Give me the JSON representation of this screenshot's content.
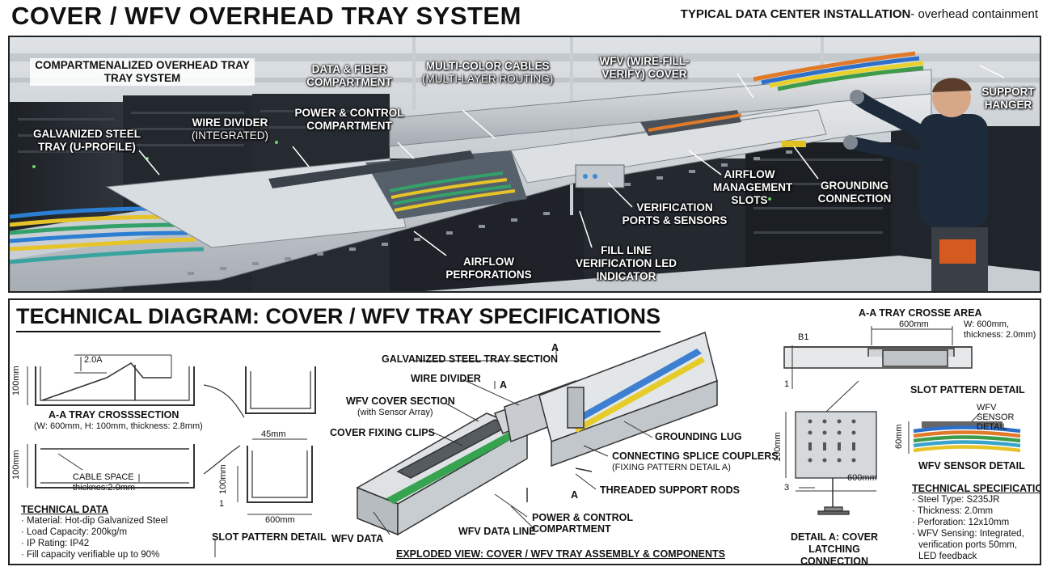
{
  "header": {
    "title": "COVER / WFV OVERHEAD TRAY SYSTEM",
    "subtitle_bold": "TYPICAL DATA CENTER INSTALLATION",
    "subtitle_rest": " - overhead containment"
  },
  "photo_callouts": {
    "compartmentalized": "COMPARTMENALIZED OVERHEAD TRAY TRAY SYSTEM",
    "data_fiber": "DATA & FIBER COMPARTMENT",
    "multi_color": "MULTI-COLOR CABLES",
    "multi_color_sub": "(MULTI-LAYER ROUTING)",
    "wfv_cover": "WFV (WIRE-FILL-VERIFY) COVER",
    "support_hanger": "SUPPORT HANGER",
    "galvanized": "GALVANIZED STEEL TRAY (U-PROFILE)",
    "wire_divider": "WIRE DIVIDER",
    "wire_divider_sub": "(INTEGRATED)",
    "power_control": "POWER & CONTROL COMPARTMENT",
    "airflow_mgmt": "AIRFLOW MANAGEMENT SLOTS",
    "grounding": "GROUNDING CONNECTION",
    "verification": "VERIFICATION PORTS & SENSORS",
    "fill_line": "FILL LINE VERIFICATION LED INDICATOR",
    "airflow_perf": "AIRFLOW PERFORATIONS"
  },
  "tech": {
    "title": "TECHNICAL DIAGRAM: COVER / WFV TRAY SPECIFICATIONS",
    "cross": {
      "dim_2a": "2.0A",
      "height": "100mm",
      "label": "A-A TRAY CROSSSECTION",
      "label_sub": "(W: 600mm, H: 100mm, thickness: 2.8mm)",
      "height2": "100mm",
      "cable_space": "CABLE SPACE",
      "thickness": "thicknes:2.0mm"
    },
    "slot_small": {
      "dim_45": "45mm",
      "dim_100": "100mm",
      "dim_1": "1",
      "dim_600": "600mm",
      "label": "SLOT PATTERN DETAIL"
    },
    "tech_data": {
      "heading": "TECHNICAL DATA",
      "items": [
        "· Material: Hot-dip Galvanized Steel",
        "· Load Capacity: 200kg/m",
        "· IP Rating: IP42",
        "· Fill capacity verifiable up to 90%"
      ]
    },
    "exploded": {
      "galv_section": "GALVANIZED STEEL TRAY SECTION",
      "marker_a1": "A",
      "marker_a2": "A",
      "marker_a3": "A",
      "wire_divider": "WIRE DIVIDER",
      "wfv_cover": "WFV COVER SECTION",
      "wfv_cover_sub": "(with Sensor Array)",
      "fixing_clips": "COVER FIXING CLIPS",
      "grounding_lug": "GROUNDING LUG",
      "splice": "CONNECTING SPLICE COUPLERS",
      "splice_sub": "(FIXING PATTERN DETAIL A)",
      "rods": "THREADED SUPPORT RODS",
      "power_control": "POWER & CONTROL COMPARTMENT",
      "wfv_data_line": "WFV DATA LINE",
      "wfv_data": "WFV DATA",
      "caption": "EXPLODED VIEW: COVER / WFV TRAY ASSEMBLY & COMPONENTS"
    },
    "right": {
      "area_title": "A-A TRAY CROSSE AREA",
      "dim_600": "600mm",
      "dim_w": "W: 600mm,",
      "dim_t": "thickness: 2.0mm)",
      "b1": "B1",
      "one": "1",
      "slot_pattern": "SLOT PATTERN DETAIL",
      "plate_100": "100mm",
      "plate_600": "600mm",
      "plate_3": "3",
      "detail_a": "DETAIL A: COVER LATCHING CONNECTION",
      "sensor_detail": "WFV SENSOR DETAIL",
      "sensor_60": "60mm",
      "sensor_label": "WFV SENSOR DETAIL",
      "spec_heading": "TECHNICAL SPECIFICATIONS",
      "spec_items": [
        "· Steel Type: S235JR",
        "· Thickness: 2.0mm",
        "· Perforation: 12x10mm",
        "· WFV Sensing: Integrated,",
        "  verification ports 50mm,",
        "  LED feedback"
      ]
    }
  }
}
